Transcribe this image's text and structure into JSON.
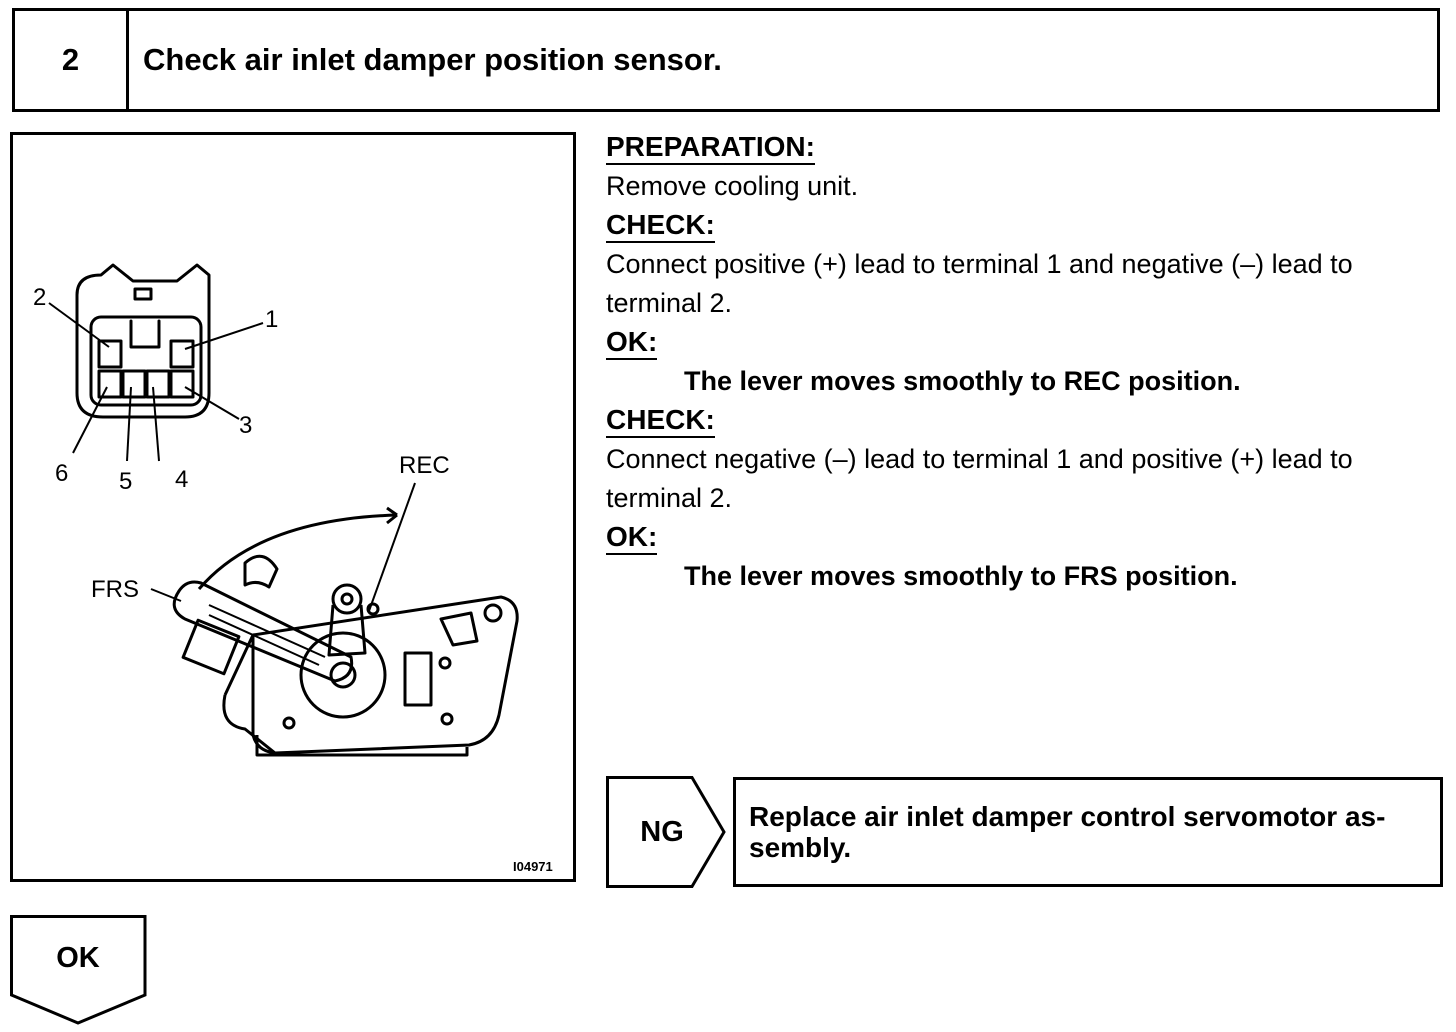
{
  "step": {
    "number": "2",
    "title": "Check air inlet damper position sensor."
  },
  "figure": {
    "terminal_labels": [
      "1",
      "2",
      "3",
      "4",
      "5",
      "6"
    ],
    "label_rec": "REC",
    "label_frs": "FRS",
    "figure_id": "I04971"
  },
  "instructions": {
    "preparation_heading": "PREPARATION:",
    "preparation_text": "Remove cooling unit.",
    "check1_heading": "CHECK:",
    "check1_line1": "Connect positive (+) lead to terminal 1 and negative (–) lead to",
    "check1_line2": "terminal 2.",
    "ok1_heading": "OK:",
    "ok1_text": "The lever moves smoothly to REC position.",
    "check2_heading": "CHECK:",
    "check2_line1": "Connect negative (–) lead to terminal 1 and positive (+) lead to",
    "check2_line2": "terminal 2.",
    "ok2_heading": "OK:",
    "ok2_text": "The lever moves smoothly to FRS position."
  },
  "ng": {
    "label": "NG",
    "action_line1": "Replace air inlet damper control servomotor as-",
    "action_line2": "sembly."
  },
  "ok": {
    "label": "OK"
  }
}
